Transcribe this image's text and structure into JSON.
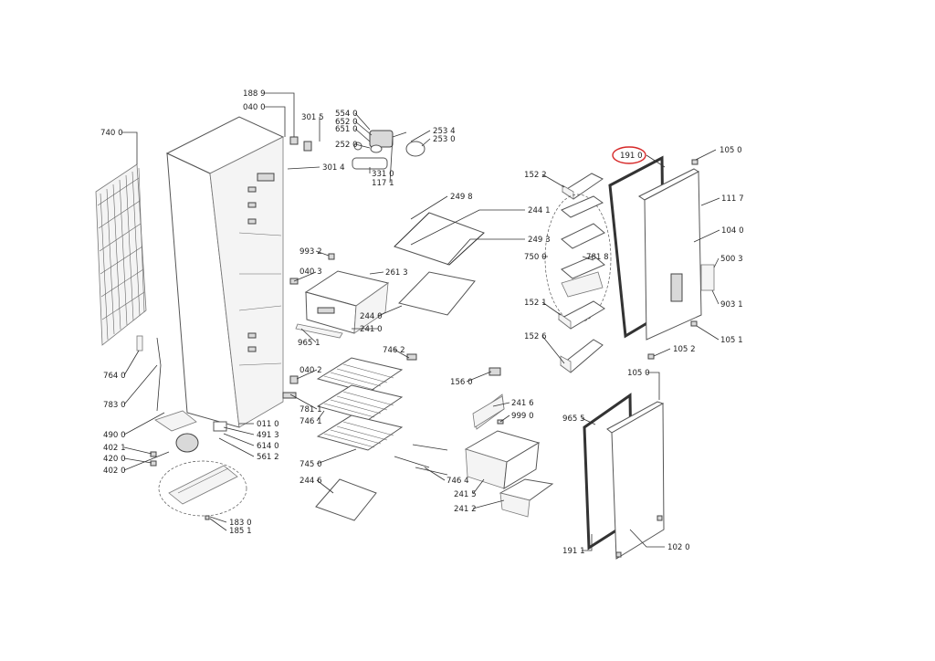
{
  "diagram": {
    "highlight_color": "#d62828",
    "highlighted_label": "191 0",
    "labels": {
      "p1889": "188 9",
      "p0400a": "040 0",
      "p3015": "301 5",
      "p3014": "301 4",
      "p7400": "740 0",
      "p5540": "554 0",
      "p6520": "652 0",
      "p6510": "651 0",
      "p2520": "252 0",
      "p2534": "253 4",
      "p2530": "253 0",
      "p3310": "331 0",
      "p1171": "117 1",
      "p2498": "249 8",
      "p2441": "244 1",
      "p2493": "249 3",
      "p9932": "993 2",
      "p0403a": "040 3",
      "p2613": "261 3",
      "p2440": "244 0",
      "p2410": "241 0",
      "p9651": "965 1",
      "p1522": "152 2",
      "p7500": "750 0",
      "p7818": "781 8",
      "p1521": "152 1",
      "p1526": "152 6",
      "p1910": "191 0",
      "p1050a": "105 0",
      "p1117": "111 7",
      "p1040": "104 0",
      "p5003": "500 3",
      "p9031": "903 1",
      "p1051": "105 1",
      "p1052": "105 2",
      "p7640": "764 0",
      "p7830": "783 0",
      "p4900": "490 0",
      "p4021": "402 1",
      "p4200": "420 0",
      "p4020": "402 0",
      "p0402": "040 2",
      "p7811": "781 1",
      "p7461": "746 1",
      "p0110": "011 0",
      "p4913": "491 3",
      "p6140": "614 0",
      "p5612": "561 2",
      "p1830": "183 0",
      "p1851": "185 1",
      "p7462": "746 2",
      "p1560": "156 0",
      "p2416": "241 6",
      "p9990": "999 0",
      "p7450": "745 0",
      "p7464": "746 4",
      "p2415": "241 5",
      "p2412": "241 2",
      "p2446": "244 6",
      "p1050b": "105 0",
      "p9655": "965 5",
      "p1911": "191 1",
      "p1020": "102 0"
    }
  }
}
